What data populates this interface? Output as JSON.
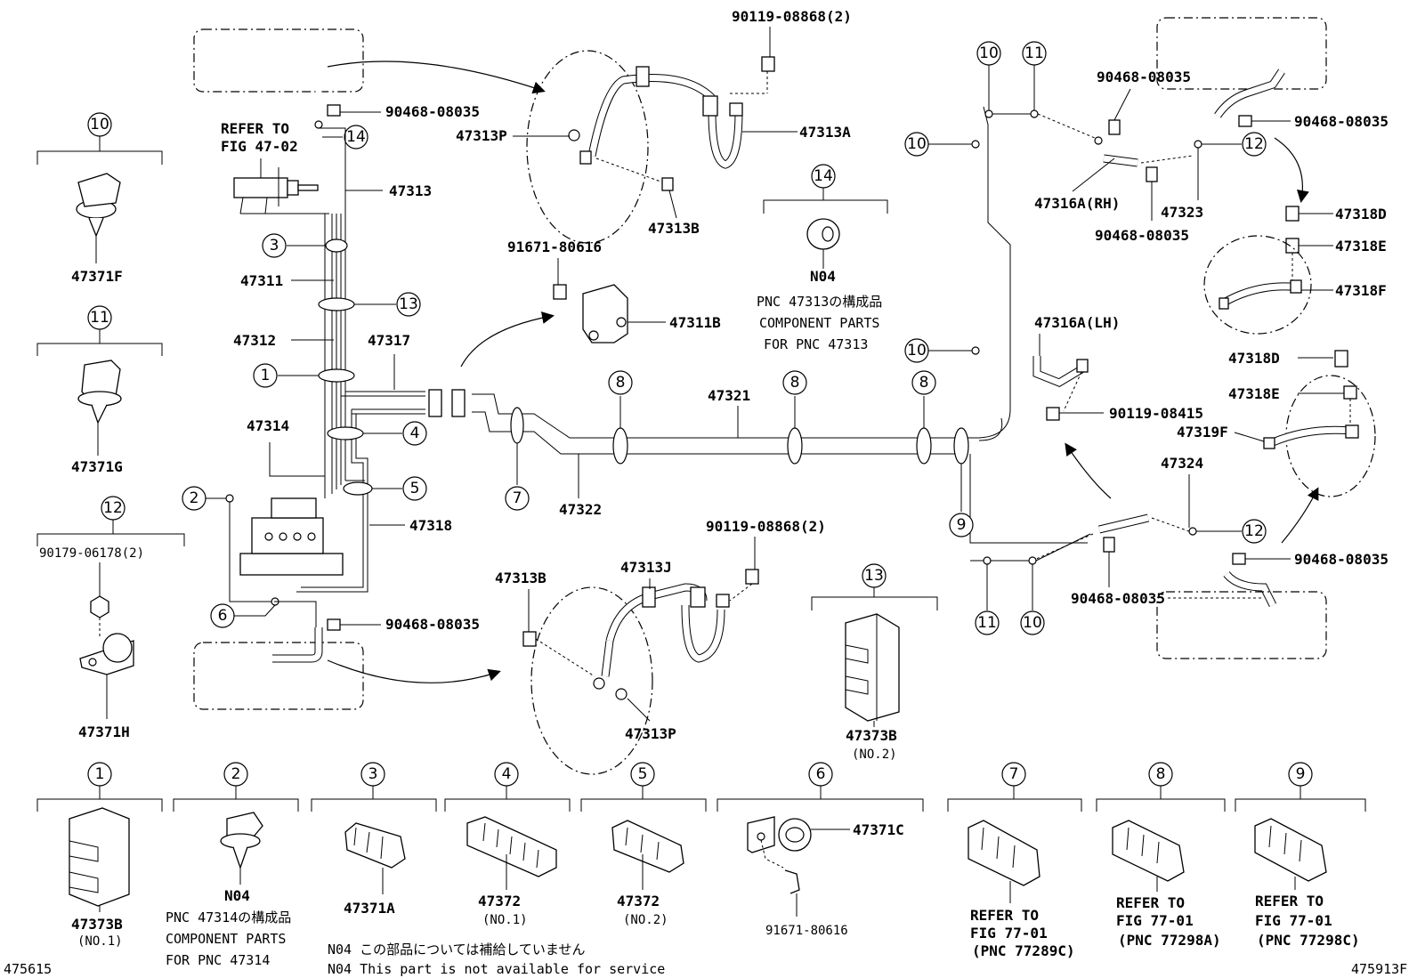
{
  "figure": {
    "id_left": "475615",
    "id_right": "475913F"
  },
  "callouts": {
    "c1": "1",
    "c2": "2",
    "c3": "3",
    "c4": "4",
    "c5": "5",
    "c6": "6",
    "c7": "7",
    "c8": "8",
    "c9": "9",
    "c10": "10",
    "c11": "11",
    "c12": "12",
    "c13": "13",
    "c14": "14"
  },
  "labels": {
    "p90119_08868_top": "90119-08868(2)",
    "p90468_08035_a": "90468-08035",
    "refer_fig_4702_line1": "REFER TO",
    "refer_fig_4702_line2": "FIG 47-02",
    "p47313p_top": "47313P",
    "p47313a": "47313A",
    "p47313": "47313",
    "p47313b_top": "47313B",
    "p47311": "47311",
    "p91671_80616": "91671-80616",
    "p47311b": "47311B",
    "p47312": "47312",
    "p47317": "47317",
    "p47321": "47321",
    "p47314": "47314",
    "p47318": "47318",
    "p47322": "47322",
    "p90119_08868_bot": "90119-08868(2)",
    "p47313j": "47313J",
    "p47313b_bot": "47313B",
    "p90468_08035_b": "90468-08035",
    "p47313p_bot": "47313P",
    "n04_title": "N04",
    "n04_line1": "PNC 47313の構成品",
    "n04_line2": "COMPONENT PARTS",
    "n04_line3": "FOR PNC 47313",
    "p90468_08035_c": "90468-08035",
    "p90468_08035_d": "90468-08035",
    "p47316a_rh": "47316A(RH)",
    "p47323": "47323",
    "p90468_08035_e": "90468-08035",
    "p47318d_a": "47318D",
    "p47318e_a": "47318E",
    "p47318f": "47318F",
    "p47316a_lh": "47316A(LH)",
    "p47318d_b": "47318D",
    "p47318e_b": "47318E",
    "p90119_08415": "90119-08415",
    "p47319f": "47319F",
    "p47324": "47324",
    "p90468_08035_f": "90468-08035",
    "p90468_08035_g": "90468-08035",
    "p47373b_mid": "47373B",
    "p47373b_mid_sub": "(NO.2)",
    "p47371f": "47371F",
    "p47371g": "47371G",
    "p90179_06178": "90179-06178(2)",
    "p47371h": "47371H",
    "p47373b_bot": "47373B",
    "p47373b_bot_sub": "(NO.1)",
    "n04_b_title": "N04",
    "n04_b_line1": "PNC 47314の構成品",
    "n04_b_line2": "COMPONENT PARTS",
    "n04_b_line3": "FOR PNC 47314",
    "p47371a": "47371A",
    "p47372_1": "47372",
    "p47372_1_sub": "(NO.1)",
    "p47372_2": "47372",
    "p47372_2_sub": "(NO.2)",
    "p47371c": "47371C",
    "p91671_80616_b": "91671-80616",
    "ref7_l1": "REFER TO",
    "ref7_l2": "FIG 77-01",
    "ref7_l3": "(PNC 77289C)",
    "ref8_l1": "REFER TO",
    "ref8_l2": "FIG 77-01",
    "ref8_l3": "(PNC 77298A)",
    "ref9_l1": "REFER TO",
    "ref9_l2": "FIG 77-01",
    "ref9_l3": "(PNC 77298C)"
  },
  "footnotes": {
    "jp": "N04 この部品については補給していません",
    "en": "N04 This part is not available for service"
  }
}
